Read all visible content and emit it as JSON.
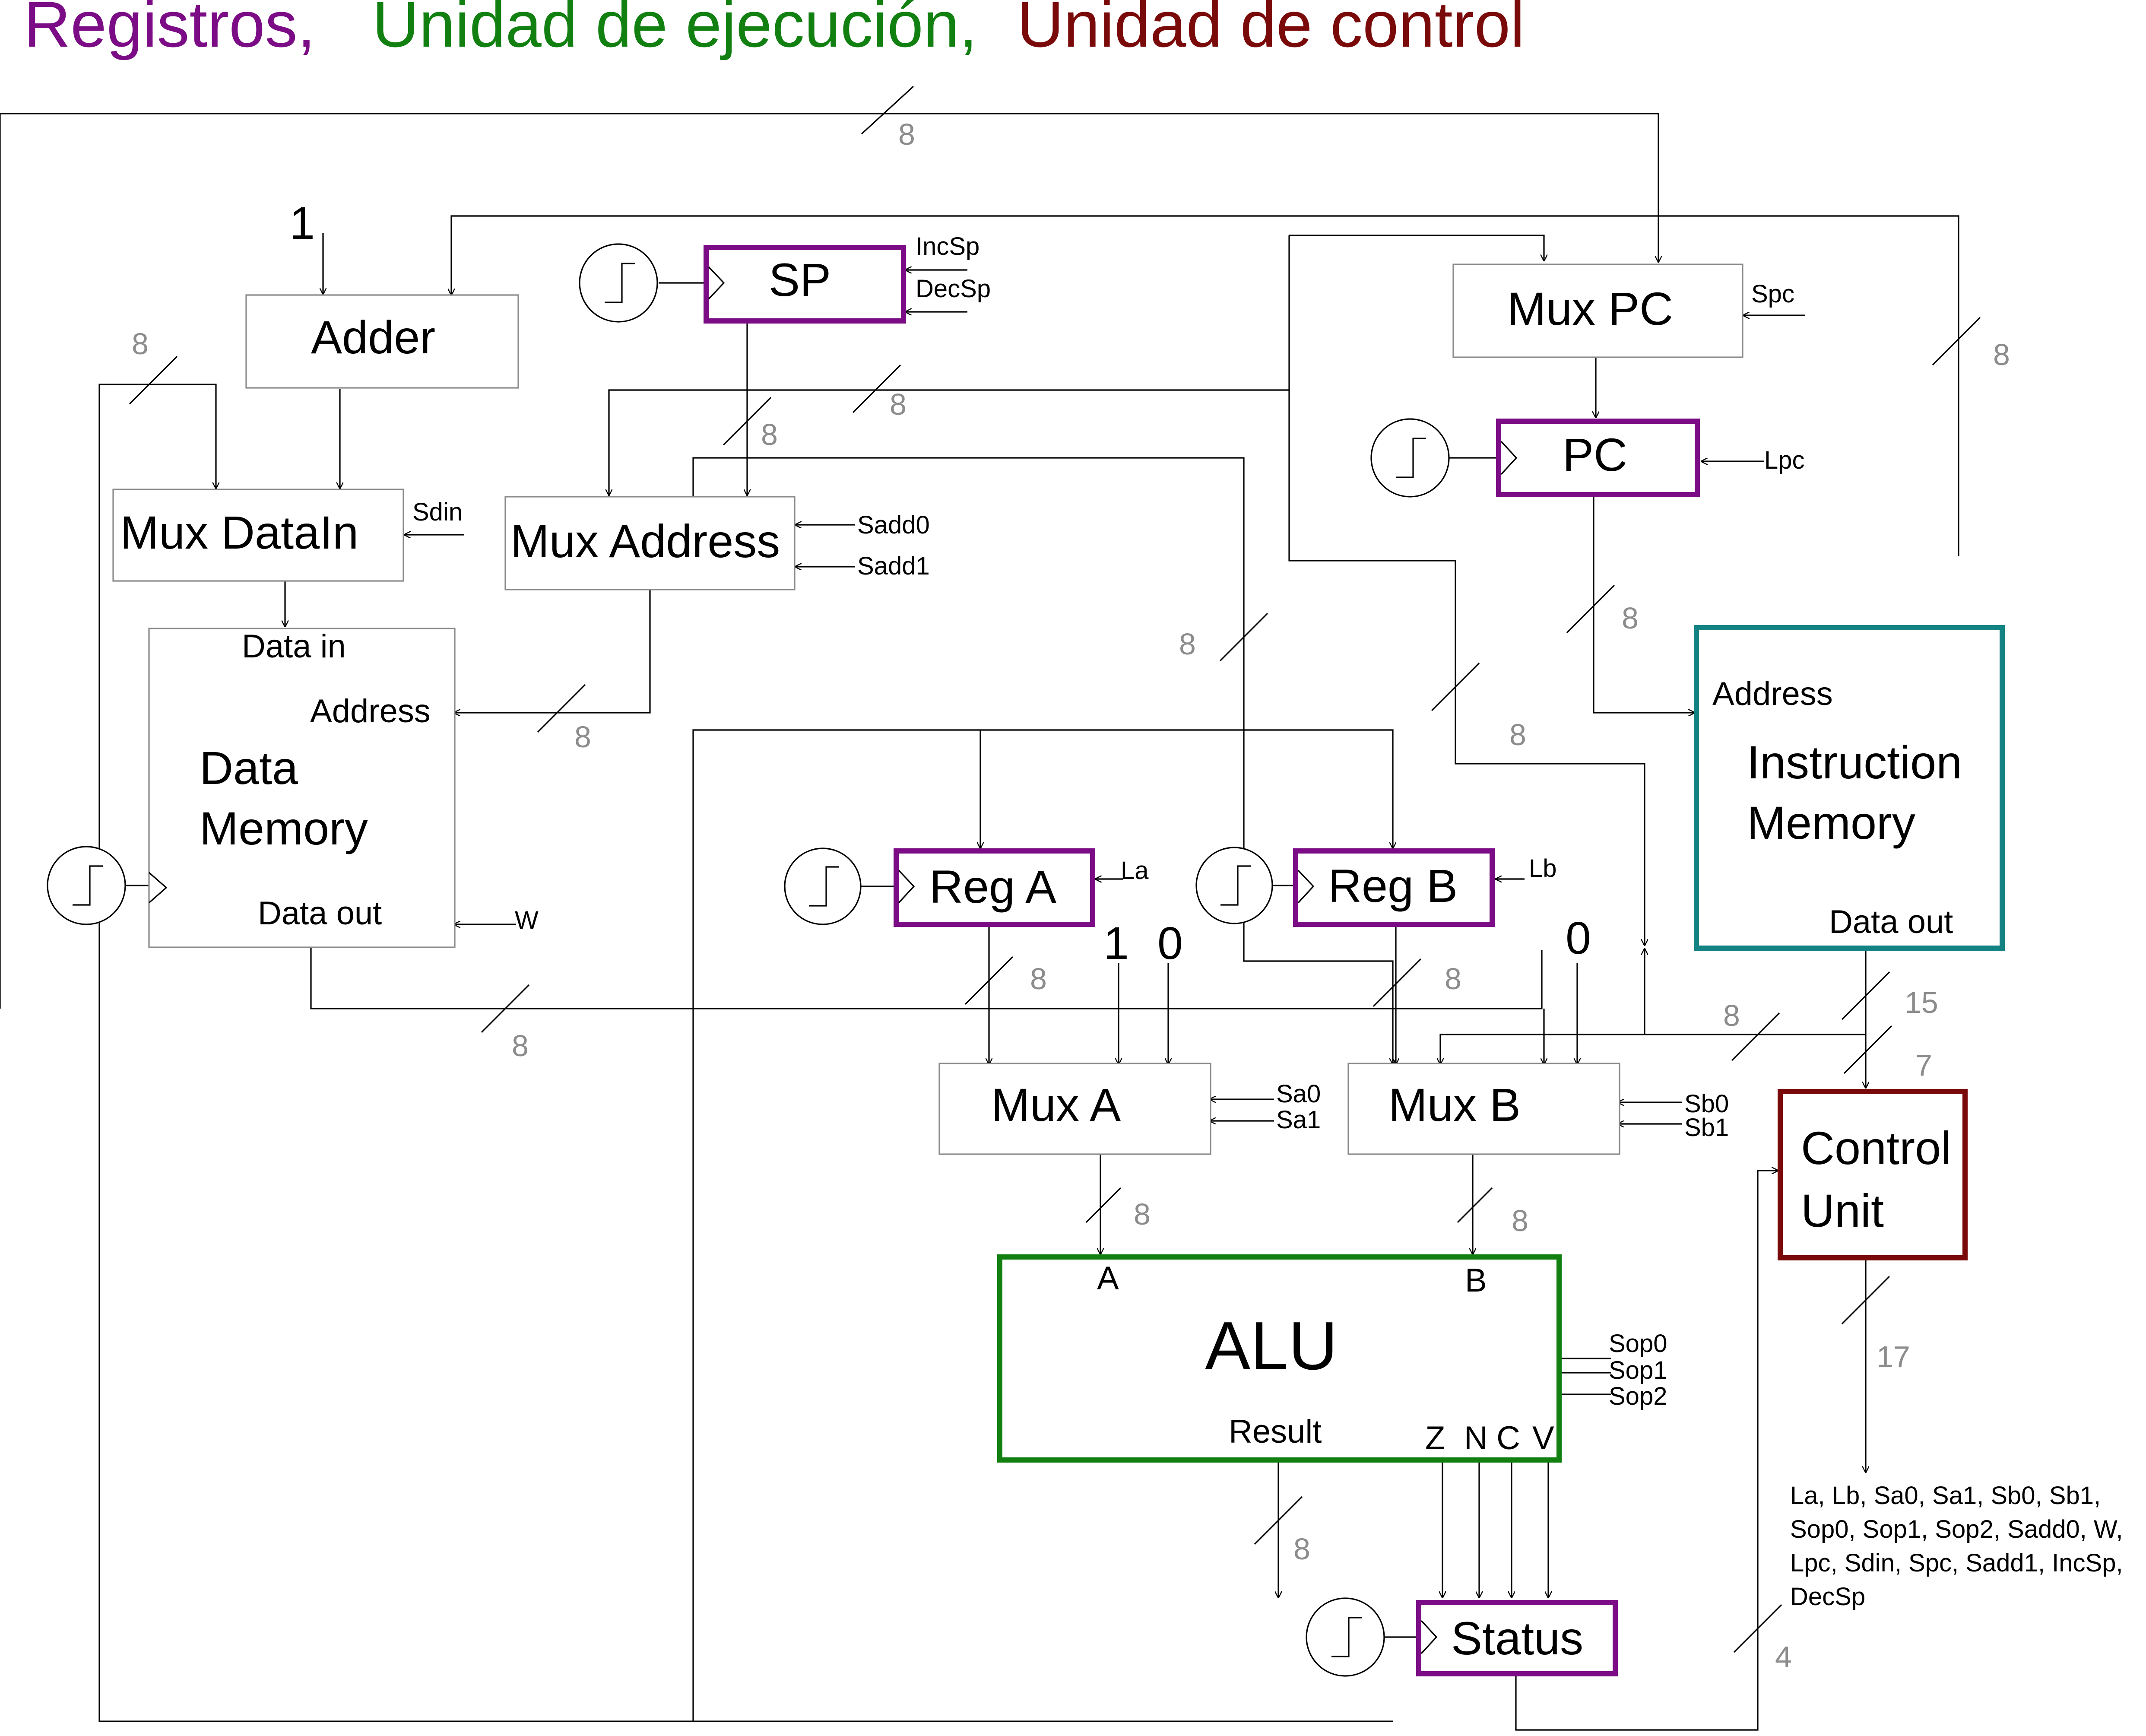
{
  "title": {
    "registros": "Registros,",
    "ejecucion": "Unidad de ejecución,",
    "control": "Unidad de control",
    "colors": {
      "registros": "#7b0c86",
      "ejecucion": "#118011",
      "control": "#7a0a0a"
    }
  },
  "blocks": {
    "adder": "Adder",
    "mux_datain": "Mux DataIn",
    "mux_address": "Mux Address",
    "sp": "SP",
    "mux_pc": "Mux PC",
    "pc": "PC",
    "data_memory": {
      "line1": "Data",
      "line2": "Memory",
      "data_in": "Data in",
      "address": "Address",
      "data_out": "Data out"
    },
    "instruction_memory": {
      "address": "Address",
      "line1": "Instruction",
      "line2": "Memory",
      "data_out": "Data out"
    },
    "reg_a": "Reg A",
    "reg_b": "Reg B",
    "mux_a": "Mux A",
    "mux_b": "Mux B",
    "alu": {
      "name": "ALU",
      "in_a": "A",
      "in_b": "B",
      "result": "Result",
      "z": "Z",
      "n": "N",
      "c": "C",
      "v": "V"
    },
    "status": "Status",
    "control_unit": {
      "line1": "Control",
      "line2": "Unit"
    }
  },
  "signals": {
    "sdin": "Sdin",
    "sadd0": "Sadd0",
    "sadd1": "Sadd1",
    "incsp": "IncSp",
    "decsp": "DecSp",
    "spc": "Spc",
    "lpc": "Lpc",
    "la": "La",
    "lb": "Lb",
    "w": "W",
    "sa0": "Sa0",
    "sa1": "Sa1",
    "sb0": "Sb0",
    "sb1": "Sb1",
    "sop0": "Sop0",
    "sop1": "Sop1",
    "sop2": "Sop2"
  },
  "constants": {
    "adder_one": "1",
    "mux_a_one": "1",
    "mux_a_zero": "0",
    "mux_b_zero": "0"
  },
  "bus_widths": {
    "w8": "8",
    "w15": "15",
    "w7": "7",
    "w17": "17",
    "w4": "4"
  },
  "control_outputs": [
    "La, Lb, Sa0, Sa1, Sb0, Sb1,",
    "Sop0, Sop1, Sop2, Sadd0, W,",
    "Lpc, Sdin, Spc, Sadd1, IncSp,",
    "DecSp"
  ]
}
